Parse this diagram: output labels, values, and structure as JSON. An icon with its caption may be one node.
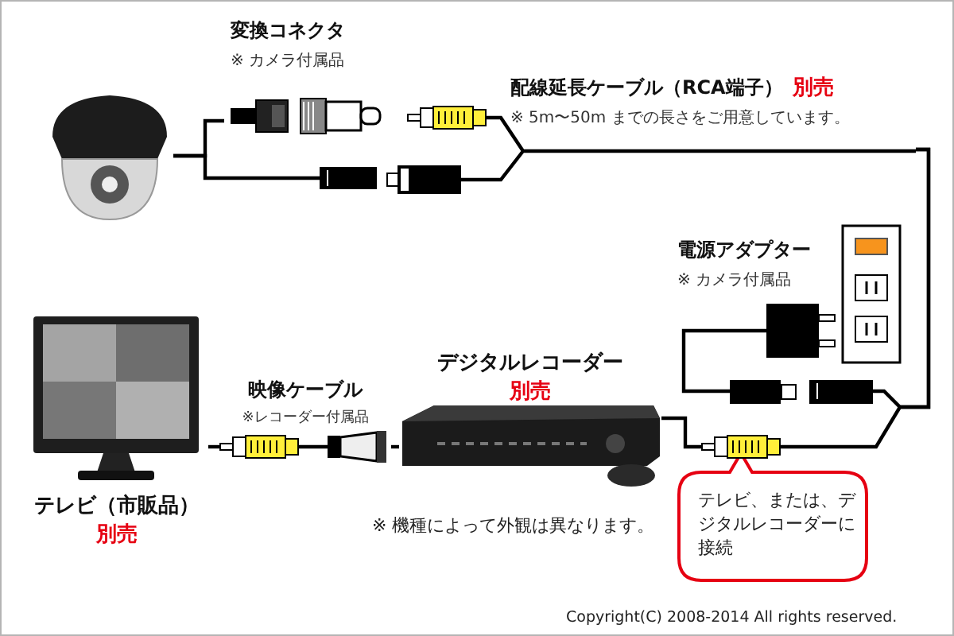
{
  "diagram": {
    "nodes": [
      {
        "text": [],
        "shape": "picture"
      },
      {
        "text": [
          "変換コネクタ",
          "※ カメラ付属品"
        ]
      },
      {
        "text": [
          "配線延長ケーブル（RCA端子）",
          "別売",
          "※ 5m〜50m までの長さをご用意しています。"
        ]
      },
      {
        "text": [
          "電源アダプター",
          "※ カメラ付属品"
        ]
      },
      {
        "text": [],
        "shape": "picture"
      },
      {
        "text": [
          "テレビ（市販品）",
          "別売"
        ]
      },
      {
        "text": [
          "映像ケーブル",
          "※レコーダー付属品"
        ]
      },
      {
        "text": [
          "デジタルレコーダー",
          "別売"
        ]
      },
      {
        "text": [
          "テレビ、または、デジタルレコーダーに接続"
        ]
      },
      {
        "text": [],
        "shape": "picture"
      },
      {
        "text": [],
        "shape": "picture"
      },
      {
        "text": [],
        "shape": "picture"
      }
    ],
    "edges": [
      {
        "from": 0,
        "to": 1,
        "arrow": "none"
      },
      {
        "from": 0,
        "to": 10,
        "arrow": "none"
      },
      {
        "from": 2,
        "to": 9,
        "arrow": "none"
      },
      {
        "from": 11,
        "to": 2,
        "arrow": "none"
      },
      {
        "from": 5,
        "to": 6,
        "arrow": "none"
      },
      {
        "from": 6,
        "to": 7,
        "arrow": "none"
      },
      {
        "from": 9,
        "to": 7,
        "arrow": "none"
      }
    ],
    "labels": [
      "※ 機種によって外観は異なります。",
      "Copyright(C) 2008-2014 All rights reserved."
    ]
  }
}
